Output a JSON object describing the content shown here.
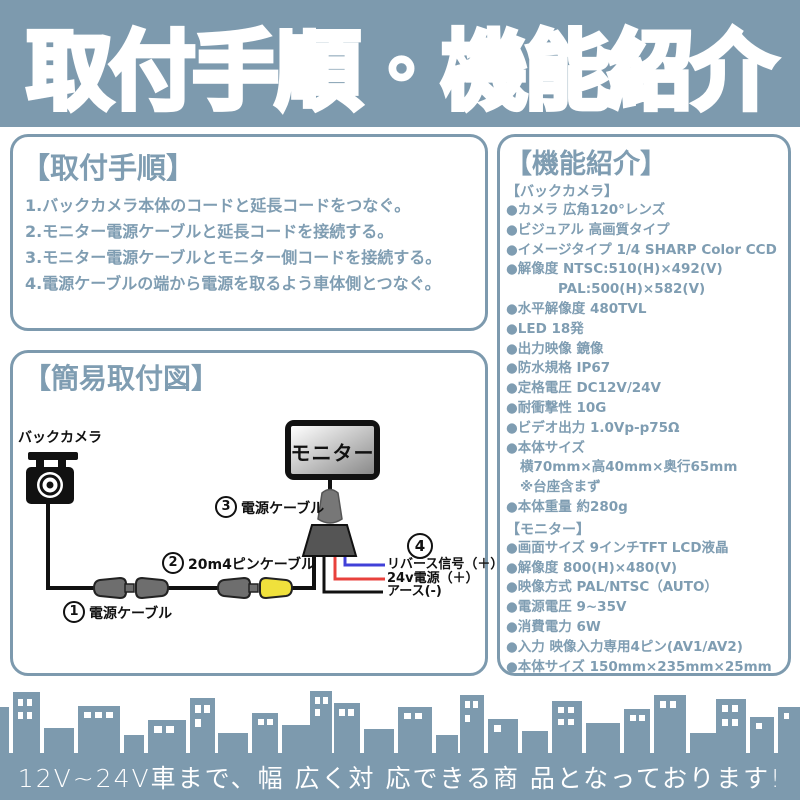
{
  "title": "取付手順・機能紹介",
  "install": {
    "heading": "【取付手順】",
    "steps": [
      "1.バックカメラ本体のコードと延長コードをつなぐ。",
      "2.モニター電源ケーブルと延長コードを接続する。",
      "3.モニター電源ケーブルとモニター側コードを接続する。",
      "4.電源ケーブルの端から電源を取るよう車体側とつなぐ。"
    ]
  },
  "diagram": {
    "heading": "【簡易取付図】",
    "camera_label": "バックカメラ",
    "monitor_label": "モニター",
    "callout1_num": "1",
    "callout1_label": "電源ケーブル",
    "callout2_num": "2",
    "callout2_label": "20m4ピンケーブル",
    "callout3_num": "3",
    "callout3_label": "電源ケーブル",
    "callout4_num": "4",
    "wire_reverse": "リバース信号（＋）",
    "wire_power": "24v電源（＋）",
    "wire_ground": "アース(-)"
  },
  "features": {
    "heading": "【機能紹介】",
    "cam_heading": "【バックカメラ】",
    "cam": [
      "●カメラ 広角120°レンズ",
      "●ビジュアル 高画質タイプ",
      "●イメージタイプ 1/4 SHARP Color CCD",
      "●解像度 NTSC:510(H)×492(V)",
      "PAL:500(H)×582(V)",
      "●水平解像度 480TVL",
      "●LED 18発",
      "●出力映像 鏡像",
      "●防水規格 IP67",
      "●定格電圧 DC12V/24V",
      "●耐衝撃性 10G",
      "●ビデオ出力 1.0Vp-p75Ω",
      "●本体サイズ",
      "横70mm×高40mm×奥行65mm",
      "※台座含まず",
      "●本体重量 約280g"
    ],
    "mon_heading": "【モニター】",
    "mon": [
      "●画面サイズ 9インチTFT LCD液晶",
      "●解像度 800(H)×480(V)",
      "●映像方式 PAL/NTSC（AUTO）",
      "●電源電圧 9~35V",
      "●消費電力 6W",
      "●入力 映像入力専用4ピン(AV1/AV2)",
      "●本体サイズ 150mm×235mm×25mm"
    ]
  },
  "footer": {
    "text": "12V~24V車まで、幅 広く対 応できる商 品となっております!"
  },
  "colors": {
    "theme_blue": "#7d9aae",
    "text_blue": "#7f9db2",
    "wire_red": "#e8413c",
    "wire_blue": "#4040d8",
    "connector_yellow": "#f0e13c",
    "connector_gray": "#6e6e6e"
  }
}
